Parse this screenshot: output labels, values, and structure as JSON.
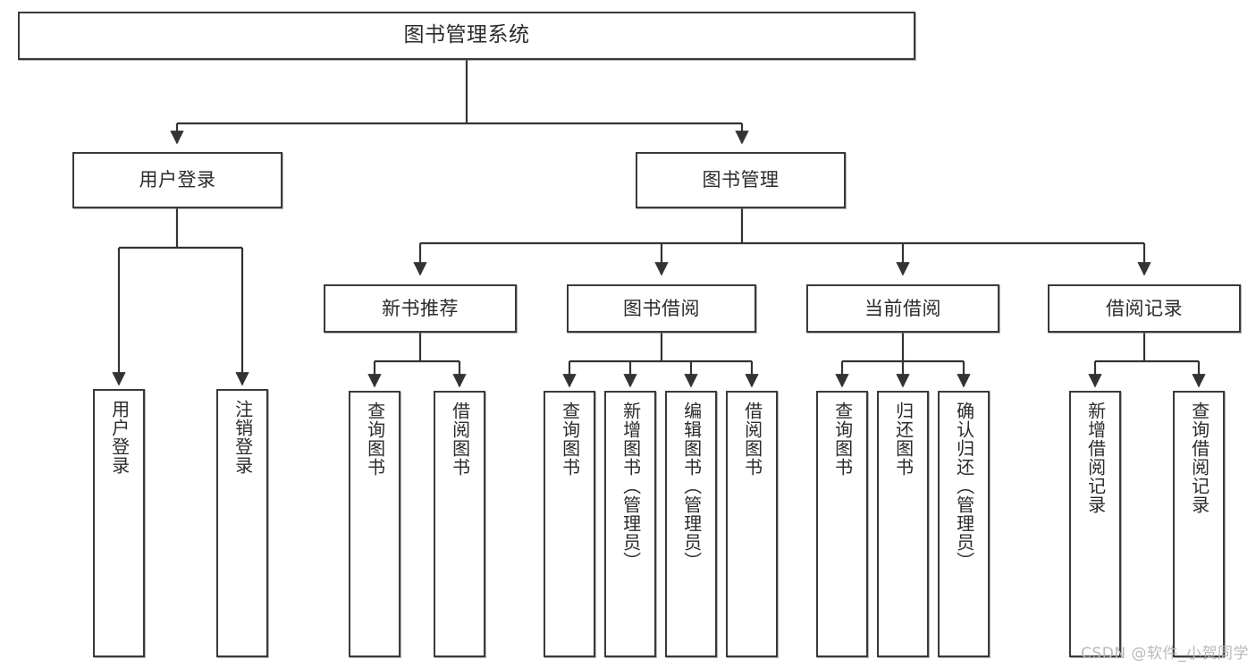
{
  "diagram": {
    "title": "图书管理系统",
    "watermark": "CSDN @软件_小贺同学",
    "colors": {
      "background": "#ffffff",
      "node_border": "#3a3a3a",
      "node_fill": "#ffffff",
      "text": "#2b2b2b",
      "edge": "#333333",
      "watermark": "#b9b9b9"
    },
    "root": {
      "label": "图书管理系统"
    },
    "level2": [
      {
        "label": "用户登录"
      },
      {
        "label": "图书管理"
      }
    ],
    "level3": [
      {
        "label": "新书推荐"
      },
      {
        "label": "图书借阅"
      },
      {
        "label": "当前借阅"
      },
      {
        "label": "借阅记录"
      }
    ],
    "leaves": {
      "user_login": [
        {
          "label": "用户登录"
        },
        {
          "label": "注销登录"
        }
      ],
      "new_book_recommend": [
        {
          "label": "查询图书"
        },
        {
          "label": "借阅图书"
        }
      ],
      "book_borrow": [
        {
          "label": "查询图书"
        },
        {
          "label": "新增图书（管理员）"
        },
        {
          "label": "编辑图书（管理员）"
        },
        {
          "label": "借阅图书"
        }
      ],
      "current_borrow": [
        {
          "label": "查询图书"
        },
        {
          "label": "归还图书"
        },
        {
          "label": "确认归还（管理员）"
        }
      ],
      "borrow_record": [
        {
          "label": "新增借阅记录"
        },
        {
          "label": "查询借阅记录"
        }
      ]
    }
  }
}
